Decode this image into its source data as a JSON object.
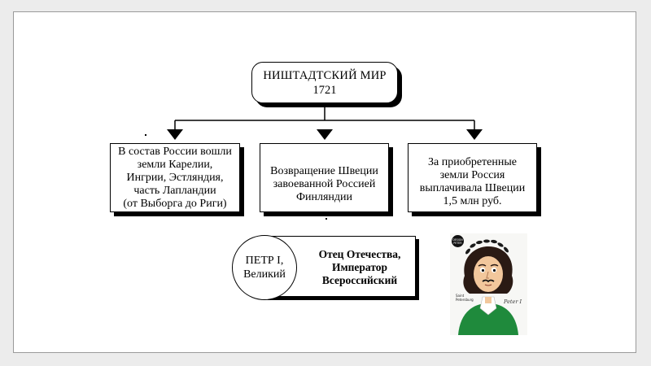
{
  "title": {
    "main": "НИШТАДТСКИЙ МИР",
    "year": "1721"
  },
  "outcomes": [
    {
      "lines": [
        "В состав России вошли",
        "земли Карелии,",
        "Ингрии, Эстляндия,",
        "часть Лапландии",
        "(от Выборга до Риги)"
      ]
    },
    {
      "lines": [
        "Возвращение Швеции",
        "завоеванной Россией",
        "Финляндии"
      ]
    },
    {
      "lines": [
        "За приобретенные",
        "земли Россия",
        "выплачивала Швеции",
        "1,5 млн руб."
      ]
    }
  ],
  "peter": {
    "name_lines": [
      "ПЕТР I,",
      "Великий"
    ],
    "title_lines": [
      "Отец Отечества,",
      "Император",
      "Всероссийский"
    ]
  },
  "poster": {
    "logo_lines": [
      "DESIGN",
      "PETER"
    ],
    "caption_lines": [
      "Saint",
      "Petersburg"
    ],
    "signature": "Peter I",
    "colors": {
      "background": "#ffffff",
      "coat": "#1f8a3c",
      "face": "#f2c79c",
      "wig": "#2a1a14",
      "laurel": "#1a1a1a"
    }
  }
}
